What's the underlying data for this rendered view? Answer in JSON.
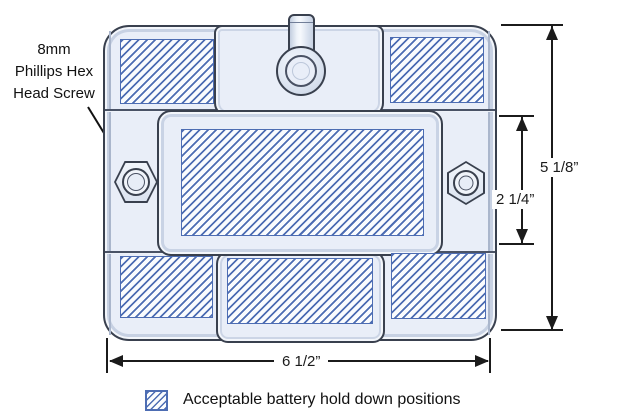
{
  "callout": {
    "lines": [
      "8mm",
      "Phillips Hex",
      "Head Screw"
    ]
  },
  "dimensions": {
    "total_height": "5 1/8”",
    "inner_height": "2 1/4”",
    "total_width": "6 1/2”"
  },
  "legend": {
    "label": "Acceptable battery hold down positions"
  },
  "colors": {
    "hatch_blue": "#4d6db3",
    "body_fill": "#e9eef8",
    "edge_dark": "#39404e",
    "annotation_black": "#1b1b1b"
  },
  "icons": {
    "left_screw": "hex-screw-icon",
    "right_screw": "hex-screw-icon",
    "top_post": "hold-down-post-icon",
    "callout_arrow": "leader-arrow-icon",
    "legend_swatch": "hatch-swatch-icon"
  }
}
